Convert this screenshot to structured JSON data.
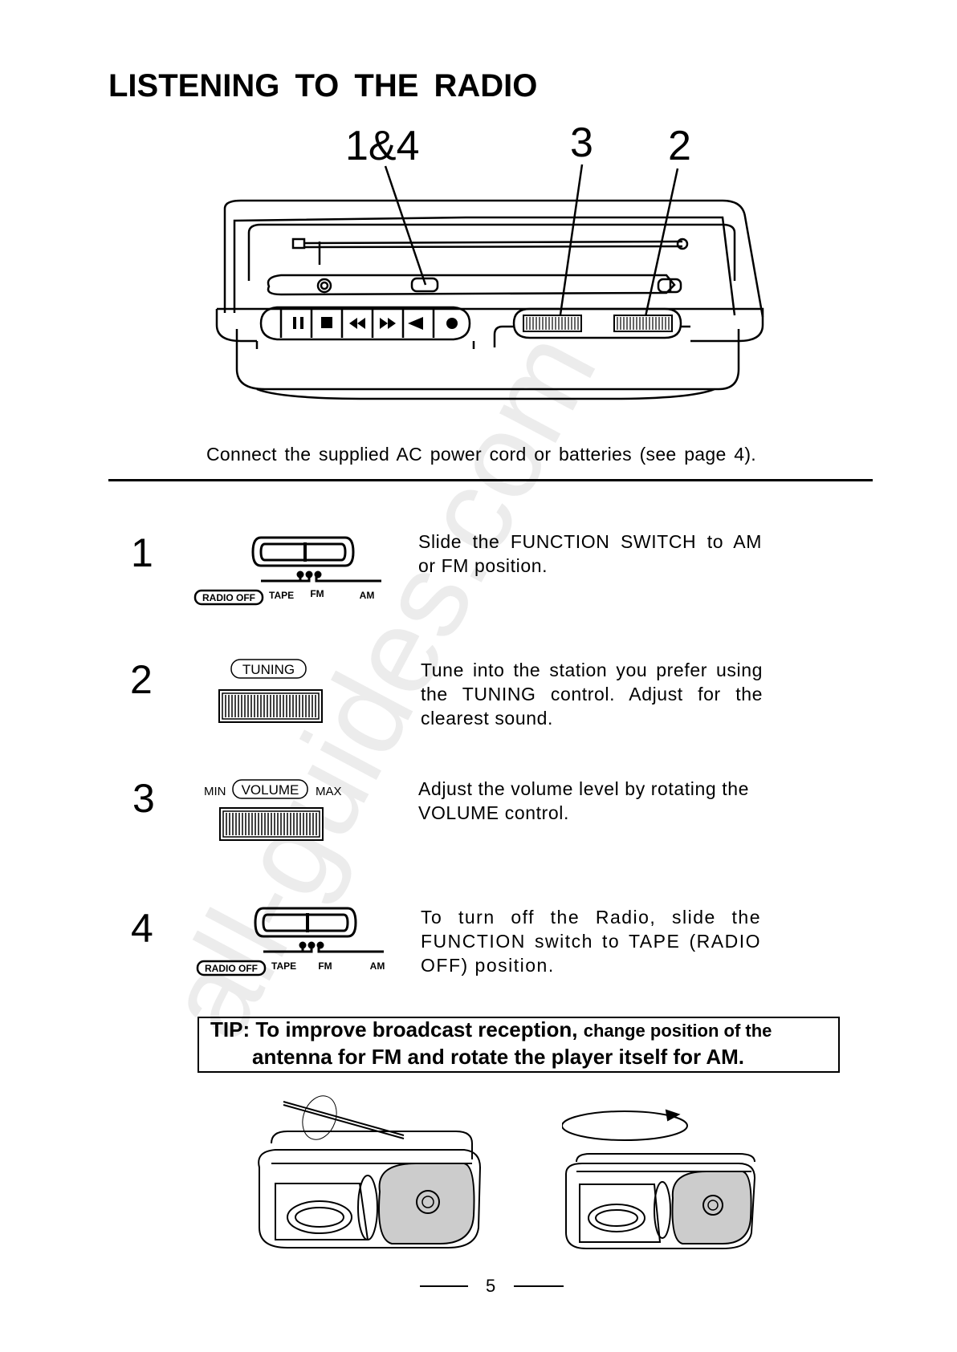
{
  "page": {
    "title": "LISTENING TO THE RADIO",
    "callouts": [
      "1&4",
      "3",
      "2"
    ],
    "caption": "Connect the supplied AC power cord or batteries (see page 4).",
    "watermark": "all-guides.com",
    "page_number": "5"
  },
  "diagram": {
    "transport_buttons": [
      "pause",
      "stop",
      "rewind",
      "fast-forward",
      "play",
      "record"
    ]
  },
  "steps": [
    {
      "number": "1",
      "lines": [
        "Slide the FUNCTION SWITCH to AM",
        "or FM position."
      ],
      "switch": {
        "radio_off": "RADIO OFF",
        "tape": "TAPE",
        "fm": "FM",
        "am": "AM"
      }
    },
    {
      "number": "2",
      "lines": [
        "Tune into the station you prefer using",
        "the TUNING control.  Adjust for the",
        "clearest sound."
      ],
      "control_label": "TUNING"
    },
    {
      "number": "3",
      "lines": [
        "Adjust the volume level by rotating the",
        "VOLUME control."
      ],
      "control_label": "VOLUME",
      "min": "MIN",
      "max": "MAX"
    },
    {
      "number": "4",
      "lines": [
        "To turn off the Radio, slide the",
        "FUNCTION switch to TAPE (RADIO",
        "OFF) position."
      ],
      "switch": {
        "radio_off": "RADIO OFF",
        "tape": "TAPE",
        "fm": "FM",
        "am": "AM"
      }
    }
  ],
  "tip": {
    "label": "TIP:",
    "line1_bold": "To improve broadcast reception,",
    "line1_rest": "change position of the",
    "line2": "antenna for FM and rotate the player itself for AM."
  }
}
